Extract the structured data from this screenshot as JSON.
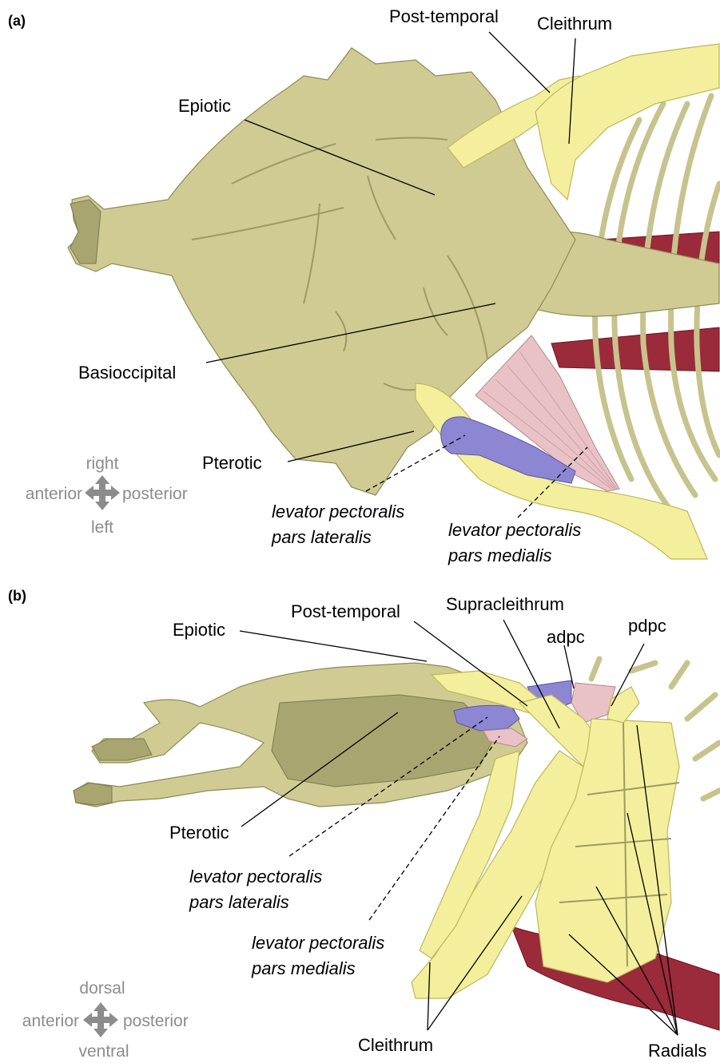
{
  "panel_a": {
    "tag": "(a)",
    "labels": {
      "post_temporal": "Post-temporal",
      "cleithrum": "Cleithrum",
      "epiotic": "Epiotic",
      "basioccipital": "Basioccipital",
      "pterotic": "Pterotic",
      "lp_lateralis_1": "levator pectoralis",
      "lp_lateralis_2": "pars lateralis",
      "lp_medialis_1": "levator pectoralis",
      "lp_medialis_2": "pars medialis"
    },
    "compass": {
      "up": "right",
      "down": "left",
      "left": "anterior",
      "right": "posterior"
    }
  },
  "panel_b": {
    "tag": "(b)",
    "labels": {
      "epiotic": "Epiotic",
      "post_temporal": "Post-temporal",
      "supracleithrum": "Supracleithrum",
      "adpc": "adpc",
      "pdpc": "pdpc",
      "pterotic": "Pterotic",
      "lp_lateralis_1": "levator pectoralis",
      "lp_lateralis_2": "pars lateralis",
      "lp_medialis_1": "levator pectoralis",
      "lp_medialis_2": "pars medialis",
      "cleithrum": "Cleithrum",
      "radials": "Radials"
    },
    "compass": {
      "up": "dorsal",
      "down": "ventral",
      "left": "anterior",
      "right": "posterior"
    }
  },
  "colors": {
    "skull_bone": "#cfcb92",
    "pectoral_girdle": "#f4ef9c",
    "levator_pars_lateralis": "#8d86d3",
    "levator_pars_medialis": "#e8c2c6",
    "other_muscle": "#9b2a3a",
    "compass": "#8c8c8c"
  }
}
